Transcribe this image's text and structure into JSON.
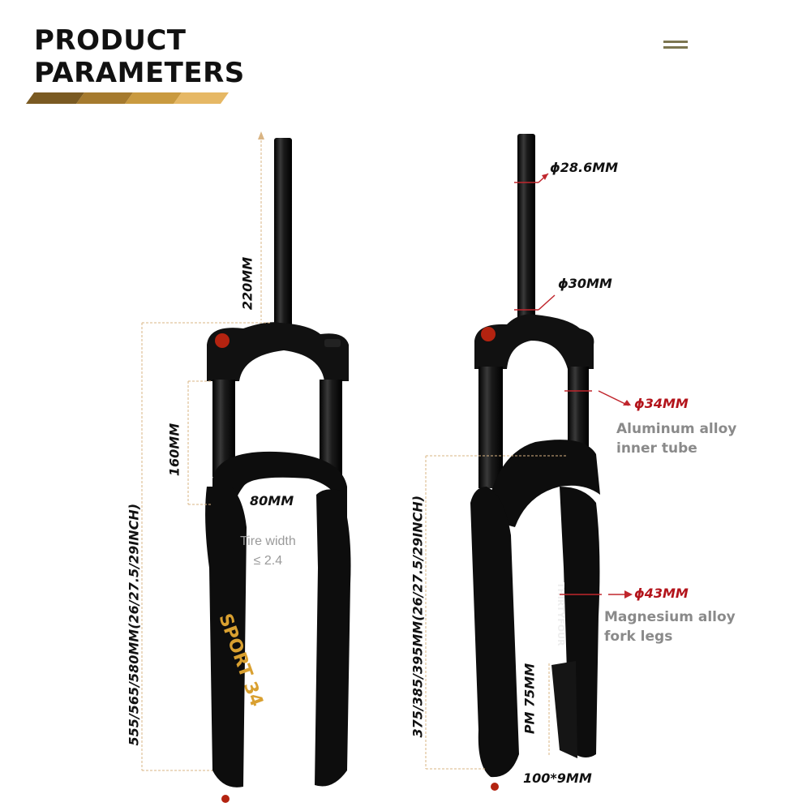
{
  "header": {
    "title_line1": "PRODUCT",
    "title_line2": "PARAMETERS",
    "stripe_colors": [
      "#7a5a22",
      "#a57a2e",
      "#c99a40",
      "#e6b865"
    ]
  },
  "menu_icon": "hamburger-menu-icon",
  "colors": {
    "accent_red": "#b3141b",
    "dim_line": "#d9b483",
    "fork_black": "#0d0d0d",
    "grey_text": "#8a8a8a"
  },
  "left_fork": {
    "steerer_length": "220MM",
    "travel": "160MM",
    "width": "80MM",
    "tire_line1": "Tire width",
    "tire_line2": "≤ 2.4",
    "total_length": "555/565/580MM(26/27.5/29INCH)",
    "brand_logo_text": "SPORT 34"
  },
  "right_fork": {
    "steerer_top_dia": "ϕ28.6MM",
    "steerer_bottom_dia": "ϕ30MM",
    "inner_tube_dia": "ϕ34MM",
    "inner_tube_line1": "Aluminum alloy",
    "inner_tube_line2": "inner tube",
    "fork_leg_dia": "ϕ43MM",
    "fork_leg_line1": "Magnesium alloy",
    "fork_leg_line2": "fork legs",
    "axle_to_crown": "375/385/395MM(26/27.5/29INCH)",
    "brake_mount": "PM 75MM",
    "axle": "100*9MM",
    "leg_text": "THIRTYFOUR"
  }
}
